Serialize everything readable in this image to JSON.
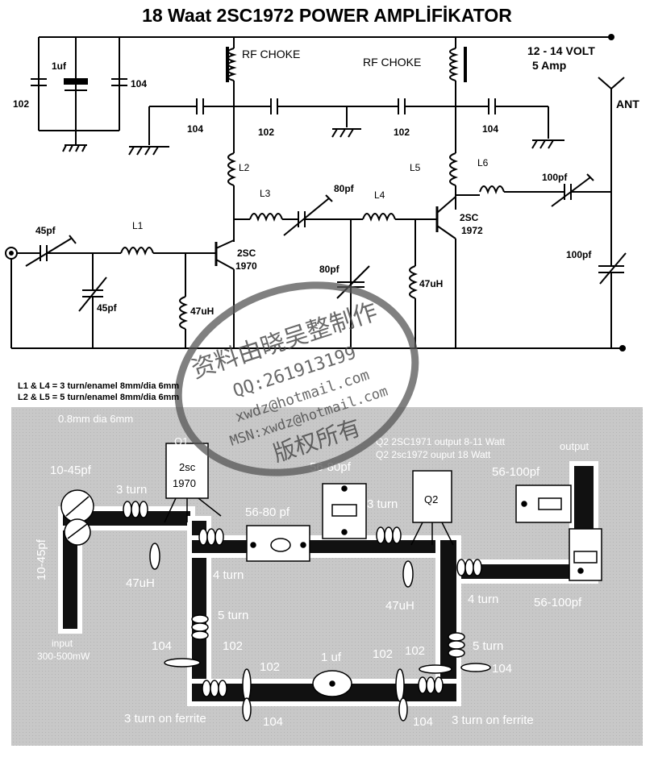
{
  "title": "18 Waat 2SC1972 POWER AMPLİFİKATOR",
  "supply": {
    "voltage": "12 - 14 VOLT",
    "current": "5 Amp"
  },
  "schematic": {
    "ant": "ANT",
    "rf_choke": "RF CHOKE",
    "c_left_102": "102",
    "c_1uf": "1uf",
    "c_left_104": "104",
    "c_104_a": "104",
    "c_102_a": "102",
    "c_102_b": "102",
    "c_104_b": "104",
    "l2": "L2",
    "l3": "L3",
    "l4": "L4",
    "l5": "L5",
    "l6": "L6",
    "l1": "L1",
    "c_80pf_a": "80pf",
    "c_80pf_b": "80pf",
    "c_100pf_a": "100pf",
    "c_100pf_b": "100pf",
    "c_45pf_a": "45pf",
    "c_45pf_b": "45pf",
    "l_47uh_a": "47uH",
    "l_47uh_b": "47uH",
    "q1_a": "2SC",
    "q1_b": "1970",
    "q2_a": "2SC",
    "q2_b": "1972"
  },
  "notes": [
    "L1 & L4 = 3 turn/enamel 8mm/dia 6mm",
    "L2 & L5 = 5 turn/enamel 8mm/dia 6mm"
  ],
  "pcb": {
    "wire": "0.8mm dia 6mm",
    "q1_a": "Q1",
    "q1_b": "2sc",
    "q1_c": "1970",
    "q2_lines": [
      "Q2 2SC1971 output 8-11 Watt",
      "Q2 2sc1972 ouput  18 Watt"
    ],
    "q2": "Q2",
    "output": "output",
    "t_10_45_a": "10-45pf",
    "t_10_45_b": "10-45pf",
    "turn3_a": "3 turn",
    "turn3_b": "3 turn",
    "t_56_80_a": "56-80pf",
    "t_56_80_b": "56-80 pf",
    "t_56_100_a": "56-100pf",
    "t_56_100_b": "56-100pf",
    "uh_a": "47uH",
    "uh_b": "47uH",
    "turn4_a": "4 turn",
    "turn4_b": "4 turn",
    "turn5_a": "5 turn",
    "turn5_b": "5 turn",
    "input": "input",
    "input_power": "300-500mW",
    "c104_a": "104",
    "c102_a": "102",
    "c102_b": "102",
    "c1uf": "1 uf",
    "c102_c": "102",
    "c102_d": "102",
    "c104_b": "104",
    "c104_c": "104",
    "c104_d": "104",
    "ferrite_a": "3 turn on ferrite",
    "ferrite_b": "3 turn on ferrite"
  },
  "stamp": {
    "line1": "资料由晓吴整制作",
    "line2": "QQ:261913199",
    "line3": "xwdz@hotmail.com",
    "line4": "MSN:xwdz@hotmail.com",
    "line5": "版权所有"
  }
}
